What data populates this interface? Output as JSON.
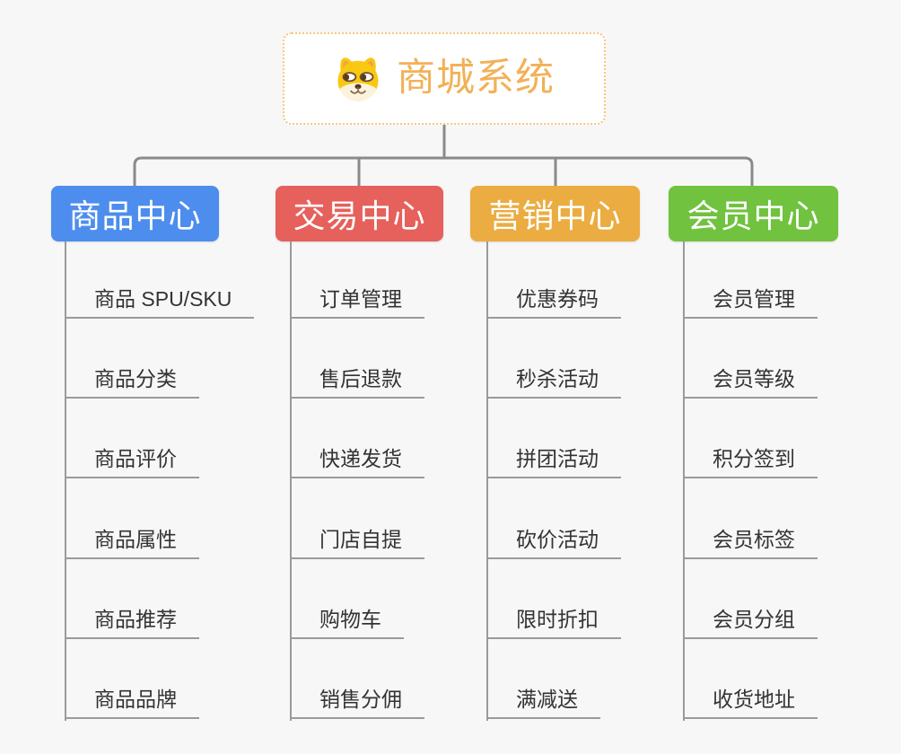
{
  "root": {
    "title": "商城系统",
    "icon": "dog-face-icon"
  },
  "branches": [
    {
      "label": "商品中心",
      "color": "#4D8DED",
      "children": [
        "商品 SPU/SKU",
        "商品分类",
        "商品评价",
        "商品属性",
        "商品推荐",
        "商品品牌"
      ]
    },
    {
      "label": "交易中心",
      "color": "#E6605C",
      "children": [
        "订单管理",
        "售后退款",
        "快递发货",
        "门店自提",
        "购物车",
        "销售分佣"
      ]
    },
    {
      "label": "营销中心",
      "color": "#EBAC41",
      "children": [
        "优惠券码",
        "秒杀活动",
        "拼团活动",
        "砍价活动",
        "限时折扣",
        "满减送"
      ]
    },
    {
      "label": "会员中心",
      "color": "#70C23F",
      "children": [
        "会员管理",
        "会员等级",
        "积分签到",
        "会员标签",
        "会员分组",
        "收货地址"
      ]
    }
  ],
  "colors": {
    "canvas-bg": "#F7F7F7",
    "root-accent": "#F2B157",
    "root-border": "#F6C77E",
    "connector": "#8A8A8A",
    "child-line": "#9A9A9A",
    "child-text": "#333333"
  }
}
